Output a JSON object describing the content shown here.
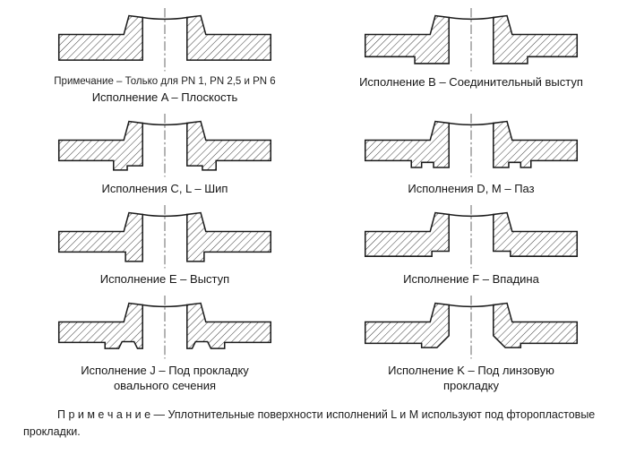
{
  "page": {
    "background": "#ffffff"
  },
  "figures": [
    {
      "note": "Примечание – Только для PN 1, PN 2,5 и PN 6",
      "caption1": "Исполнение A – Плоскость"
    },
    {
      "caption1": "Исполнение B – Соединительный выступ"
    },
    {
      "caption1": "Исполнения C, L – Шип"
    },
    {
      "caption1": "Исполнения D, M – Паз"
    },
    {
      "caption1": "Исполнение E – Выступ"
    },
    {
      "caption1": "Исполнение F – Впадина"
    },
    {
      "caption1": "Исполнение J – Под прокладку",
      "caption2": "овального сечения"
    },
    {
      "caption1": "Исполнение K – Под линзовую",
      "caption2": "прокладку"
    }
  ],
  "footnote": {
    "label": "П р и м е ч а н и е",
    "text": "— Уплотнительные поверхности исполнений L и M используют под фторопластовые прокладки."
  }
}
